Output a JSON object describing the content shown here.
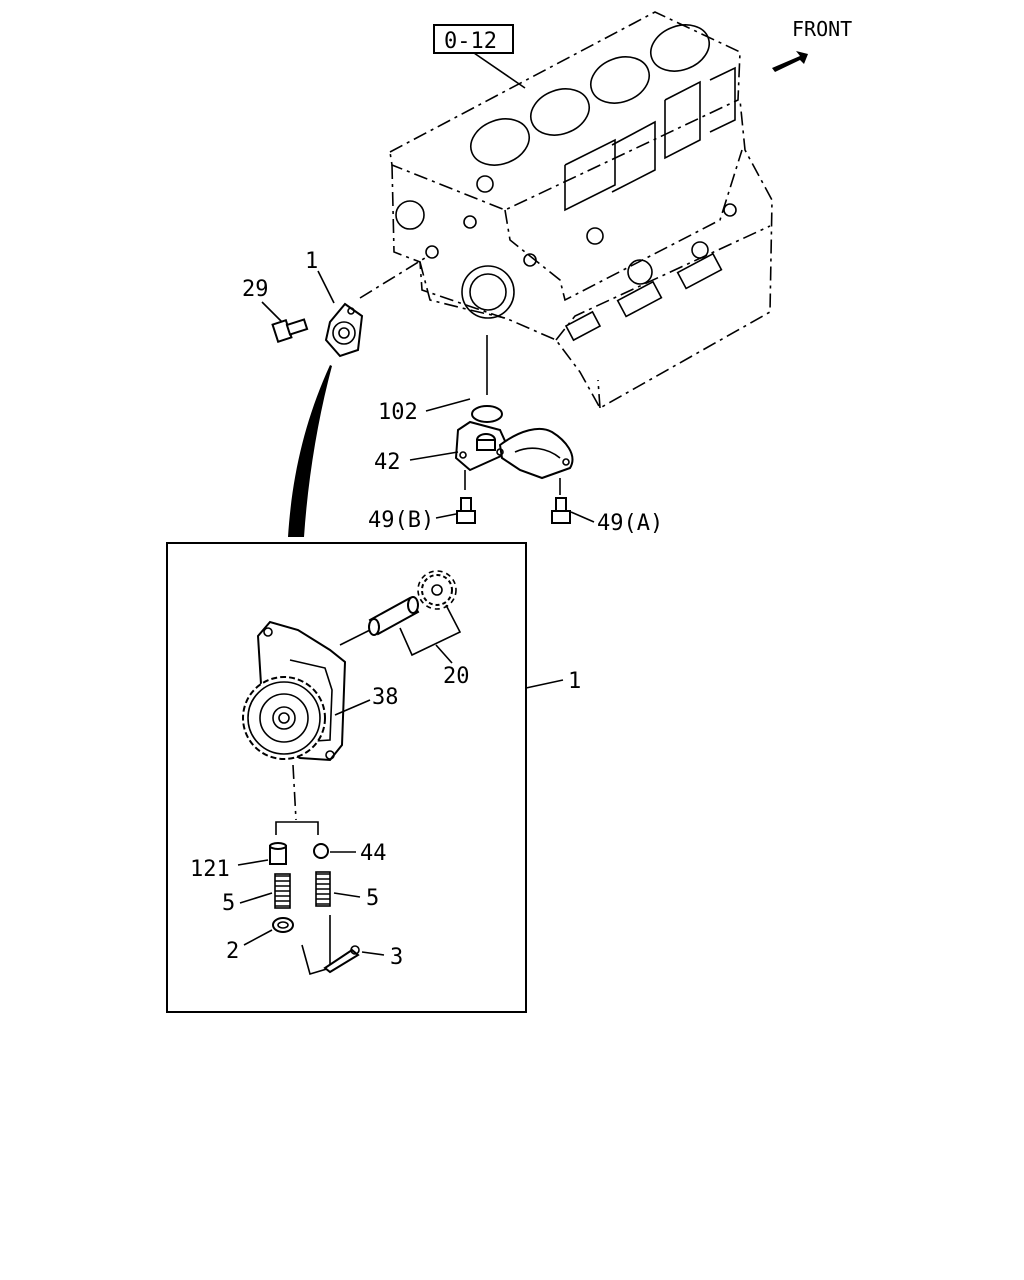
{
  "reference_box": "0-12",
  "direction_label": "FRONT",
  "callouts": {
    "oil_pump_assy_top": "1",
    "bolt_29": "29",
    "o_ring_102": "102",
    "strainer_42": "42",
    "bolt_49b": "49(B)",
    "bolt_49a": "49(A)",
    "shaft_gear_20": "20",
    "body_38": "38",
    "oil_pump_assy_detail": "1",
    "plug_121": "121",
    "ball_44": "44",
    "spring_5_left": "5",
    "spring_5_right": "5",
    "washer_2": "2",
    "pin_3": "3"
  }
}
